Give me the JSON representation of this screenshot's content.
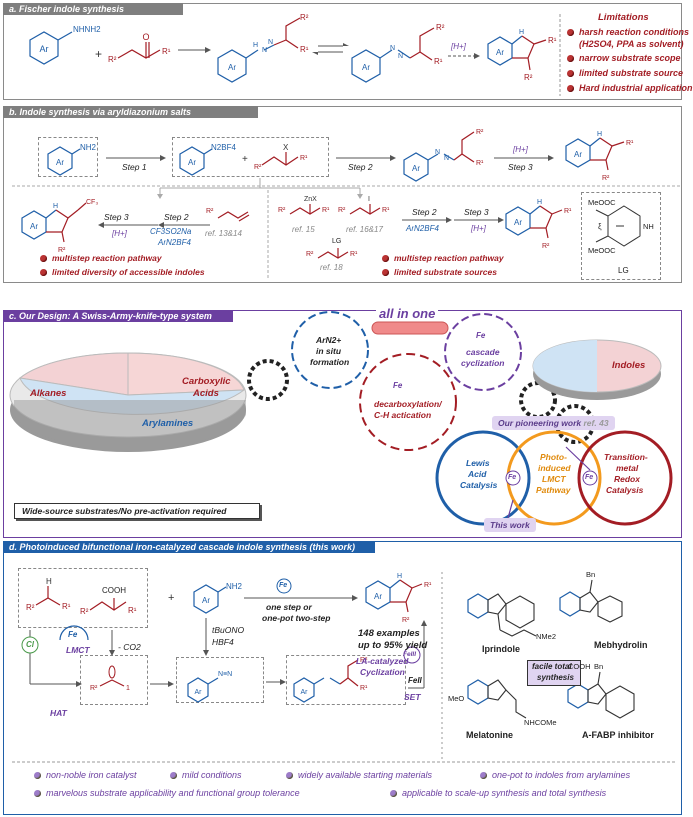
{
  "panel_a": {
    "title": "a. Fischer indole synthesis",
    "reagent": "NHNH2",
    "catalyst": "[H+]",
    "limitations_title": "Limitations",
    "limitations": [
      "harsh reaction conditions",
      "(H2SO4, PPA as solvent)",
      "narrow substrate scope",
      "limited substrate source",
      "Hard industrial application"
    ]
  },
  "panel_b": {
    "title": "b. Indole synthesis via aryldiazonium salts",
    "amine": "NH2",
    "diazonium": "N2BF4",
    "step1": "Step 1",
    "step2": "Step 2",
    "step3": "Step 3",
    "catalyst": "[H+]",
    "left_reagent1": "CF3SO2Na",
    "left_reagent2": "ArN2BF4",
    "left_ref": "ref. 13&14",
    "right_reagent": "ArN2BF4",
    "ref15": "ref. 15",
    "ref16": "ref. 16&17",
    "ref18": "ref. 18",
    "lg_label": "LG",
    "ester_label": "MeOOC",
    "nh_label": "NH",
    "left_limits": [
      "multistep reaction pathway",
      "limited diversity of accessible indoles"
    ],
    "right_limits": [
      "multistep reaction pathway",
      "limited substrate sources"
    ]
  },
  "panel_c": {
    "title": "c. Our Design: A Swiss-Army-knife-type system",
    "alkanes": "Alkanes",
    "acids_line1": "Carboxylic",
    "acids_line2": "Acids",
    "arylamines": "Arylamines",
    "all_in_one": "all in one",
    "gear1_lines": [
      "ArN2+",
      "in situ",
      "formation"
    ],
    "gear2_lines": [
      "decarboxylation/",
      "C-H actication"
    ],
    "gear3_lines": [
      "cascade",
      "cyclization"
    ],
    "fe": "Fe",
    "indoles": "Indoles",
    "pioneering_main": "Our pioneering work",
    "pioneering_ref": "ref. 43",
    "wide_source": "Wide-source substrates/No pre-activation required",
    "circle1_lines": [
      "Lewis",
      "Acid",
      "Catalysis"
    ],
    "circle2_lines": [
      "Photo-",
      "induced",
      "LMCT",
      "Pathway"
    ],
    "circle3_lines": [
      "Transition-",
      "metal",
      "Redox",
      "Catalysis"
    ],
    "this_work": "This work"
  },
  "panel_d": {
    "title": "d. Photoinduced bifunctional iron-catalyzed cascade indole synthesis (this work)",
    "cooh": "COOH",
    "co2": "- CO2",
    "cl": "Cl",
    "lmct": "LMCT",
    "hat": "HAT",
    "tbuono": "tBuONO",
    "hbf4": "HBF4",
    "one_step": "one step or",
    "one_pot": "one-pot two-step",
    "examples": "148 examples",
    "yield": "up to 95% yield",
    "la_cat": "LA-catalyzed",
    "cyclization": "Cyclization",
    "fe3": "FeIII",
    "fe2": "FeII",
    "set": "SET",
    "iprindole": "Iprindole",
    "mebhydrolin": "Mebhydrolin",
    "melatonine": "Melatonine",
    "afabp": "A-FABP inhibitor",
    "facile": [
      "facile total",
      "synthesis"
    ],
    "nme2": "NMe2",
    "bn": "Bn",
    "meo": "MeO",
    "nhcome": "NHCOMe",
    "features": [
      "non-noble iron catalyst",
      "mild conditions",
      "widely available starting materials",
      "one-pot to indoles from arylamines",
      "marvelous substrate applicability and functional group tolerance",
      "applicable to scale-up synthesis and total synthesis"
    ]
  },
  "colors": {
    "tag_grey": "#7f7f7f",
    "tag_blue": "#1f5fa8",
    "border_purple": "#6b3fa0",
    "red": "#a31d24",
    "blue": "#1f5fa8"
  }
}
